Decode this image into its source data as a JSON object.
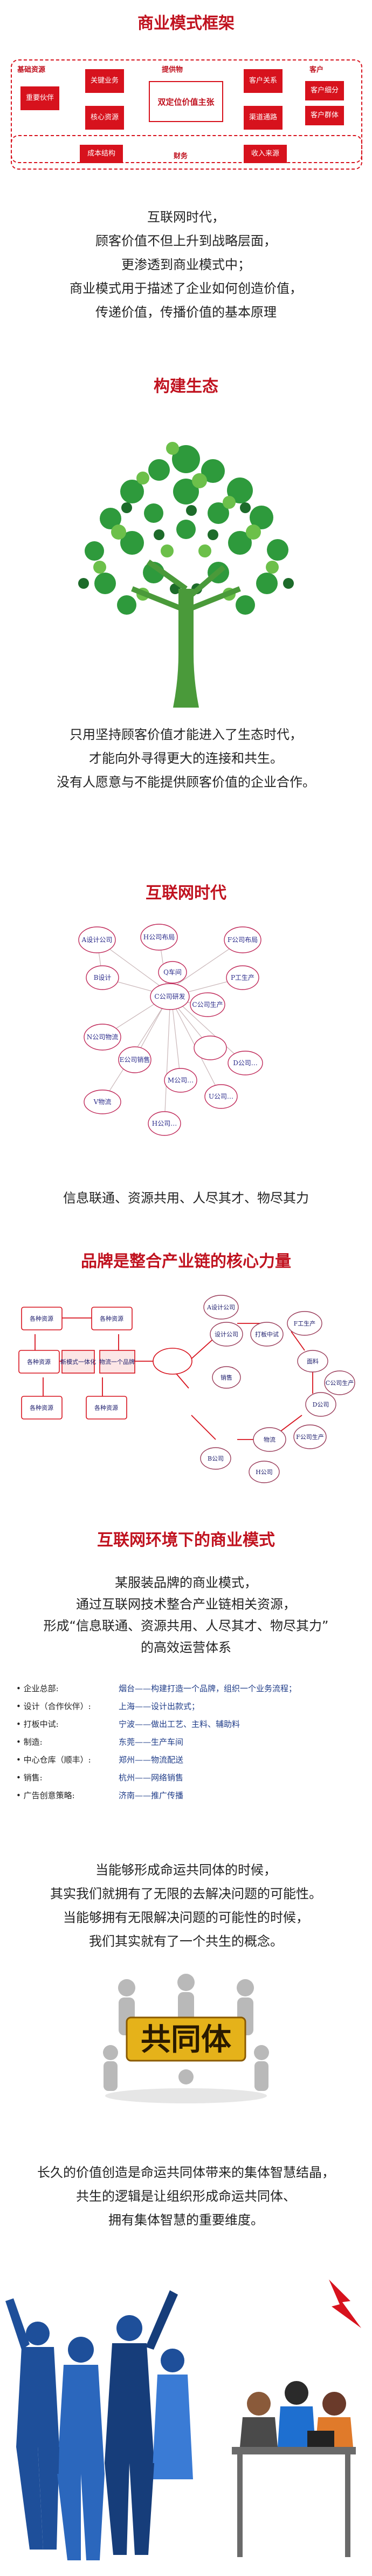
{
  "s1": {
    "title": "商业模式框架",
    "frame": {
      "left": [
        "基础资源",
        "重要伙伴"
      ],
      "core": [
        "关键业务",
        "核心资源"
      ],
      "center_top": "提供物",
      "center_box": "双定位价值主张",
      "right_top": "客户",
      "right": [
        "客户关系",
        "渠道通路"
      ],
      "right2": [
        "客户细分",
        "客户群体"
      ],
      "cost": "成本结构",
      "revenue": "收入来源",
      "finance": "财务"
    }
  },
  "s2": {
    "lines": [
      "互联网时代，",
      "顾客价值不但上升到战略层面，",
      "更渗透到商业模式中；",
      "商业模式用于描述了企业如何创造价值，",
      "传递价值，传播价值的基本原理"
    ]
  },
  "s3": {
    "title": "构建生态",
    "lines": [
      "只用坚持顾客价值才能进入了生态时代，",
      "才能向外寻得更大的连接和共生。",
      "没有人愿意与不能提供顾客价值的企业合作。"
    ]
  },
  "s4": {
    "title": "互联网时代",
    "nodes": [
      "A设计公司",
      "B设计",
      "H公司布局",
      "F公司布局",
      "Q车间",
      "P工生产",
      "C公司研发",
      "C公司生产",
      "N公司物流",
      "E公司销售",
      "D公司…",
      "M公司…",
      "U公司…",
      "H公司…",
      "V物流"
    ],
    "caption": "信息联通、资源共用、人尽其才、物尽其力"
  },
  "s5": {
    "title": "品牌是整合产业链的核心力量",
    "left_nodes": [
      "各种资源",
      "各种资源",
      "各种资源",
      "各种资源",
      "各种资源"
    ],
    "left_center": [
      "新模式一体化",
      "物流一个品牌"
    ],
    "right_nodes": [
      "A设计公司",
      "设计公司",
      "打板中试",
      "F工生产",
      "销售",
      "面料",
      "C公司生产",
      "D公司",
      "物流",
      "F公司生产",
      "B公司",
      "H公司"
    ]
  },
  "s6": {
    "title": "互联网环境下的商业模式",
    "lines": [
      "某服装品牌的商业模式，",
      "通过互联网技术整合产业链相关资源，",
      "形成“信息联通、资源共用、人尽其才、物尽其力”",
      "的高效运营体系"
    ],
    "bullets": [
      {
        "k": "企业总部:",
        "v": "烟台——构建打造一个品牌，组织一个业务流程；"
      },
      {
        "k": "设计（合作伙伴）:",
        "v": "上海——设计出款式；"
      },
      {
        "k": "打板中试:",
        "v": "宁波——做出工艺、主料、辅助料"
      },
      {
        "k": "制造:",
        "v": "东莞——生产车间"
      },
      {
        "k": "中心仓库（顺丰）:",
        "v": "郑州——物流配送"
      },
      {
        "k": "销售:",
        "v": "杭州——网络销售"
      },
      {
        "k": "广告创意策略:",
        "v": "济南——推广传播"
      }
    ]
  },
  "s7": {
    "lines": [
      "当能够形成命运共同体的时候，",
      "其实我们就拥有了无限的去解决问题的可能性。",
      "当能够拥有无限解决问题的可能性的时候，",
      "我们其实就有了一个共生的概念。"
    ],
    "banner": "共同体"
  },
  "s8": {
    "lines": [
      "长久的价值创造是命运共同体带来的集体智慧结晶，",
      "共生的逻辑是让组织形成命运共同体、",
      "拥有集体智慧的重要维度。"
    ]
  }
}
